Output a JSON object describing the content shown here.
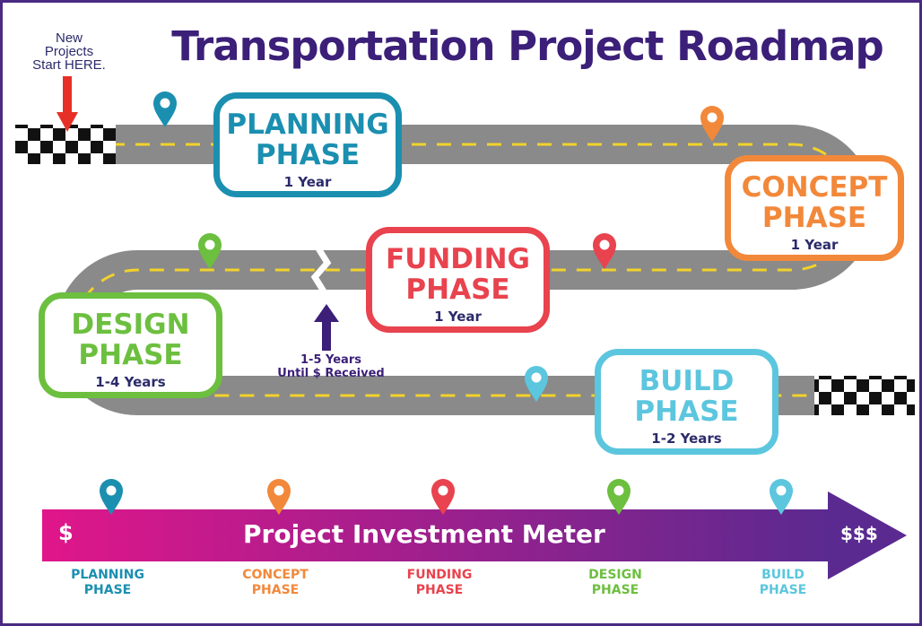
{
  "title": "Transportation Project Roadmap",
  "start_note": [
    "New",
    "Projects",
    "Start HERE."
  ],
  "phases": [
    {
      "line1": "PLANNING",
      "line2": "PHASE",
      "duration": "1 Year",
      "color": "#1b8fb0"
    },
    {
      "line1": "CONCEPT",
      "line2": "PHASE",
      "duration": "1 Year",
      "color": "#f2883a"
    },
    {
      "line1": "FUNDING",
      "line2": "PHASE",
      "duration": "1 Year",
      "color": "#e8434e"
    },
    {
      "line1": "DESIGN",
      "line2": "PHASE",
      "duration": "1-4 Years",
      "color": "#6cbf3f"
    },
    {
      "line1": "BUILD",
      "line2": "PHASE",
      "duration": "1-2 Years",
      "color": "#5cc6de"
    }
  ],
  "funding_gap": {
    "line1": "1-5 Years",
    "line2": "Until $ Received"
  },
  "meter": {
    "title": "Project Investment Meter",
    "low": "$",
    "high": "$$$",
    "color_start": "#e0168a",
    "color_end": "#5a2a90"
  },
  "meter_labels": [
    {
      "line1": "PLANNING",
      "line2": "PHASE",
      "color": "#1b8fb0"
    },
    {
      "line1": "CONCEPT",
      "line2": "PHASE",
      "color": "#f2883a"
    },
    {
      "line1": "FUNDING",
      "line2": "PHASE",
      "color": "#e8434e"
    },
    {
      "line1": "DESIGN",
      "line2": "PHASE",
      "color": "#6cbf3f"
    },
    {
      "line1": "BUILD",
      "line2": "PHASE",
      "color": "#5cc6de"
    }
  ],
  "colors": {
    "road": "#8a8a8a",
    "lane": "#f2d22a",
    "title": "#3b1f78",
    "start_arrow": "#e63027",
    "gap_arrow": "#3b1f78"
  },
  "icons": {
    "pin": "map-pin-icon",
    "flag": "checkered-flag-icon",
    "start": "down-arrow-icon",
    "gap": "up-arrow-icon"
  }
}
